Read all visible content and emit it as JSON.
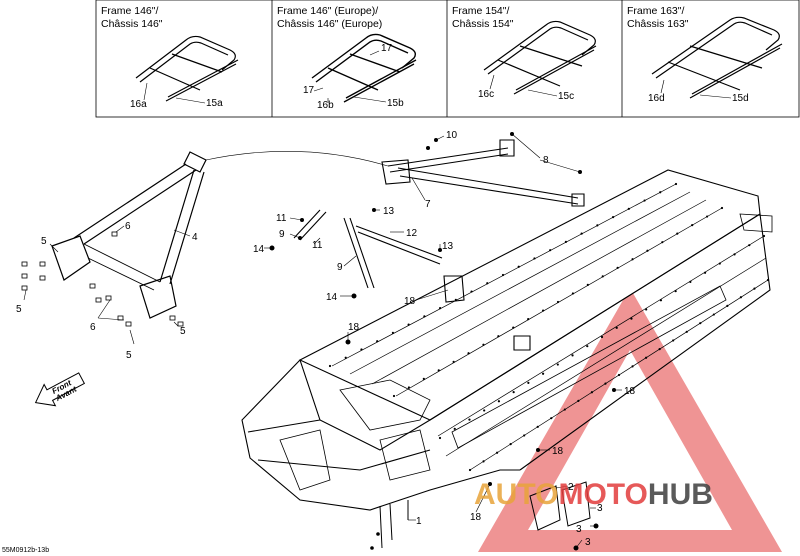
{
  "frames": [
    {
      "line1": "Frame 146\"/",
      "line2": "Châssis 146\"",
      "labels": [
        "16a",
        "15a"
      ]
    },
    {
      "line1": "Frame 146\" (Europe)/",
      "line2": "Châssis 146\" (Europe)",
      "labels": [
        "17",
        "17",
        "16b",
        "15b"
      ]
    },
    {
      "line1": "Frame 154\"/",
      "line2": "Châssis 154\"",
      "labels": [
        "16c",
        "15c"
      ]
    },
    {
      "line1": "Frame 163\"/",
      "line2": "Châssis 163\"",
      "labels": [
        "16d",
        "15d"
      ]
    }
  ],
  "callouts": [
    "10",
    "8",
    "7",
    "11",
    "13",
    "9",
    "11",
    "12",
    "14",
    "13",
    "9",
    "14",
    "18",
    "4",
    "6",
    "5",
    "5",
    "6",
    "5",
    "5",
    "18",
    "18",
    "18",
    "1",
    "2",
    "3",
    "3",
    "3",
    "18"
  ],
  "front_arrow": {
    "line1": "Front",
    "line2": "Avant"
  },
  "figure_code": "55M0912b-13b",
  "watermark": {
    "part1": "AUTO",
    "part2": "MOTO",
    "part3": "HUB",
    "color_red": "#e23c3c",
    "color_dark": "#3d3d3d",
    "color_gold": "#e8a33a"
  }
}
